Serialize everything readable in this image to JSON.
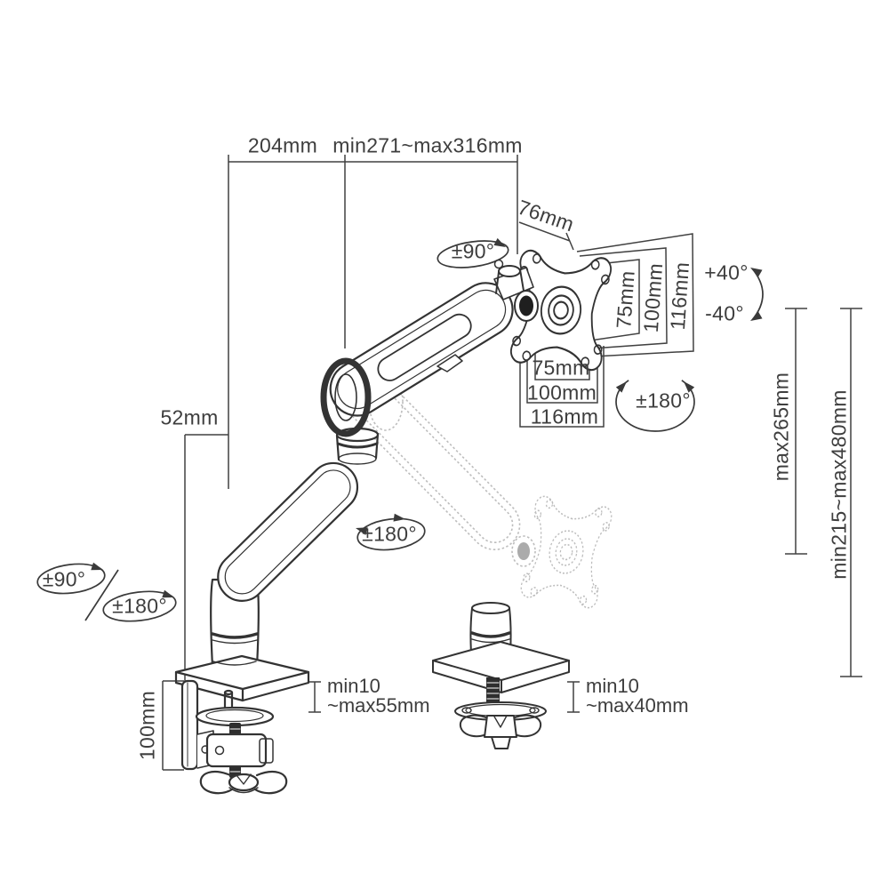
{
  "diagram": {
    "title": "monitor-arm-mount-dimension-diagram",
    "dimensions": {
      "top_left_width": "204mm",
      "arm_reach": "min271~max316mm",
      "head_offset": "76mm",
      "height_max_gas": "max265mm",
      "height_range": "min215~max480mm",
      "rear_offset": "52mm",
      "clamp_bracket_height": "100mm",
      "vesa_vertical": [
        "75mm",
        "100mm",
        "116mm"
      ],
      "vesa_horizontal": [
        "75mm",
        "100mm",
        "116mm"
      ],
      "clamp_thickness_line1": "min10",
      "clamp_thickness_line2": "~max55mm",
      "grommet_thickness_line1": "min10",
      "grommet_thickness_line2": "~max40mm"
    },
    "rotations": {
      "head_swivel": "±90°",
      "tilt_up": "+40°",
      "tilt_down": "-40°",
      "vesa_rotate": "±180°",
      "arm_swivel": "±180°",
      "base_swivel": "±90°",
      "base_rotate": "±180°"
    },
    "colors": {
      "line": "#333333",
      "dimension_line": "#414141",
      "ghost": "#bdbdbd",
      "text": "#3e3e3e",
      "background": "#ffffff"
    }
  }
}
